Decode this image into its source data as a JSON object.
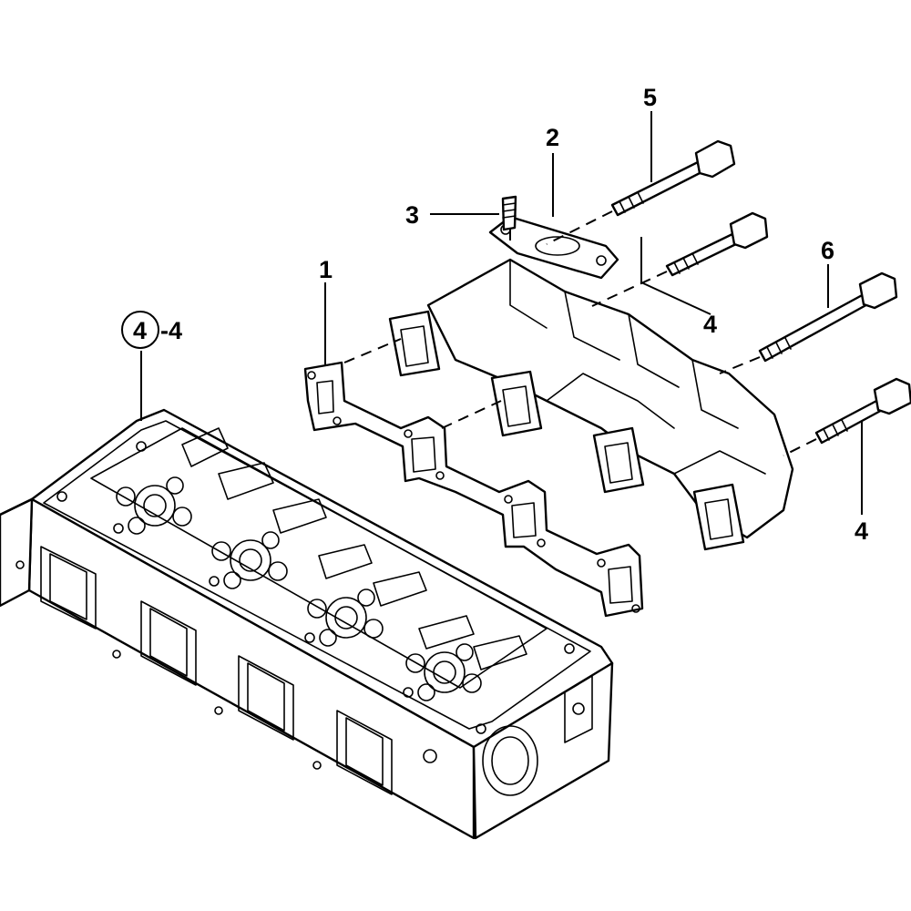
{
  "callouts": {
    "gasket": "1",
    "manifold": "2",
    "stud": "3",
    "bolt_a": "4",
    "bolt_b": "4",
    "bolt_long": "5",
    "bolt_6": "6",
    "cylinder_head_ref_circle": "4",
    "cylinder_head_ref_suffix": "-4"
  },
  "colors": {
    "line": "#000000",
    "background": "#ffffff"
  }
}
